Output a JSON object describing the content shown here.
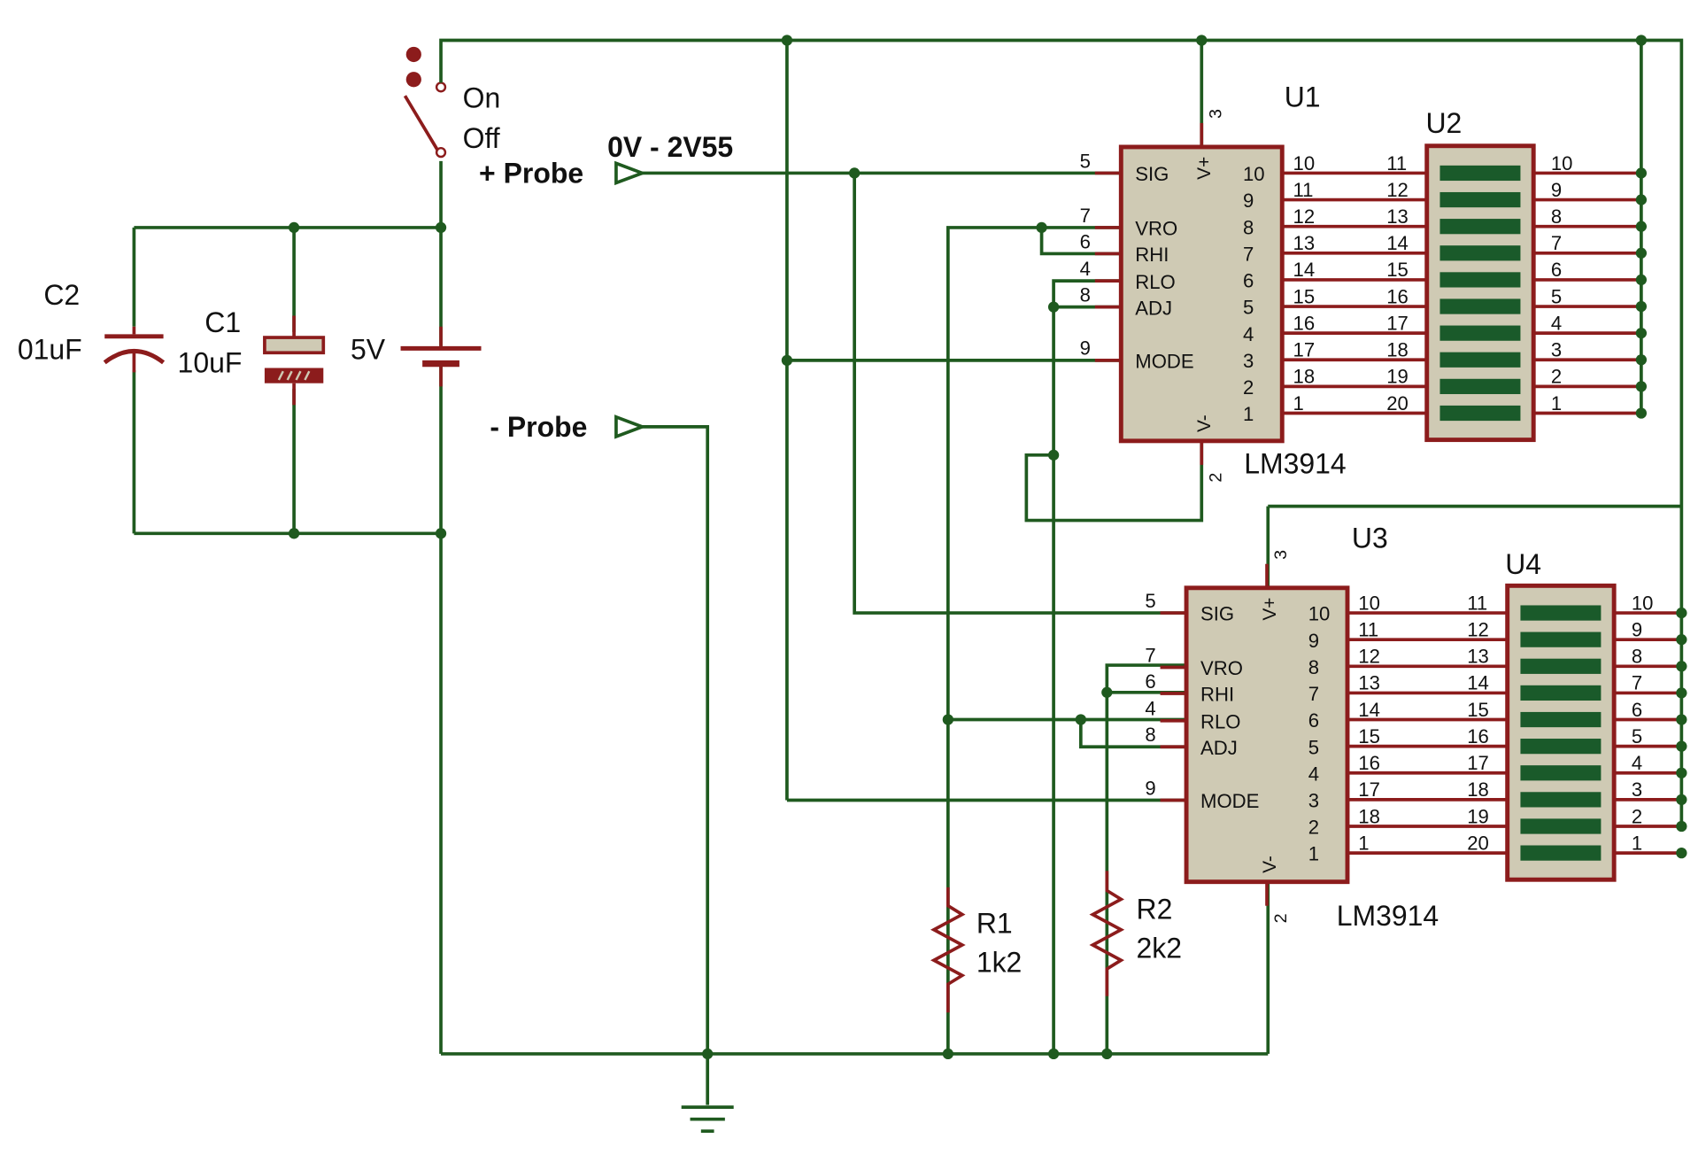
{
  "labels": {
    "c2_ref": "C2",
    "c2_val": "01uF",
    "c1_ref": "C1",
    "c1_val": "10uF",
    "battery_val": "5V",
    "switch_on": "On",
    "switch_off": "Off",
    "probe_pos": "+ Probe",
    "probe_range": "0V - 2V55",
    "probe_neg": "- Probe",
    "r1_ref": "R1",
    "r1_val": "1k2",
    "r2_ref": "R2",
    "r2_val": "2k2"
  },
  "chips": [
    {
      "ref": "U1",
      "part": "LM3914"
    },
    {
      "ref": "U3",
      "part": "LM3914"
    }
  ],
  "bars": [
    {
      "ref": "U2"
    },
    {
      "ref": "U4"
    }
  ],
  "pins": {
    "left_numbers": [
      "5",
      "7",
      "6",
      "4",
      "8",
      "9"
    ],
    "left_names": [
      "SIG",
      "VRO",
      "RHI",
      "RLO",
      "ADJ",
      "MODE"
    ],
    "vplus": "V+",
    "vminus": "V-",
    "top_pin": "3",
    "bottom_pin": "2",
    "right_pins": [
      "10",
      "9",
      "8",
      "7",
      "6",
      "5",
      "4",
      "3",
      "2",
      "1"
    ],
    "chip_conn_pins": [
      "10",
      "11",
      "12",
      "13",
      "14",
      "15",
      "16",
      "17",
      "18",
      "1"
    ],
    "bar_in_pins": [
      "11",
      "12",
      "13",
      "14",
      "15",
      "16",
      "17",
      "18",
      "19",
      "20"
    ],
    "bar_out_pins": [
      "10",
      "9",
      "8",
      "7",
      "6",
      "5",
      "4",
      "3",
      "2",
      "1"
    ]
  },
  "colors": {
    "wire": "#1f5a1f",
    "component": "#8c1c1c",
    "chip_fill": "#cfcab4",
    "probe_pos_text": "#e21b1b",
    "led_segment": "#1a5a2a"
  }
}
